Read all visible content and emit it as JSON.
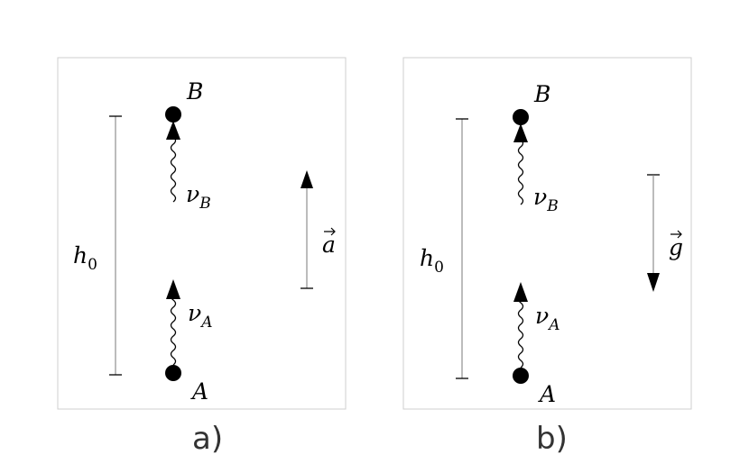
{
  "panels": [
    {
      "caption": "a)",
      "point_top": "B",
      "point_bottom": "A",
      "height_symbol": "h",
      "height_subscript": "0",
      "nu_symbol": "ν",
      "nu_top_sub": "B",
      "nu_bottom_sub": "A",
      "vector_symbol": "a",
      "vector_direction": "up"
    },
    {
      "caption": "b)",
      "point_top": "B",
      "point_bottom": "A",
      "height_symbol": "h",
      "height_subscript": "0",
      "nu_symbol": "ν",
      "nu_top_sub": "B",
      "nu_bottom_sub": "A",
      "vector_symbol": "g",
      "vector_direction": "down"
    }
  ]
}
